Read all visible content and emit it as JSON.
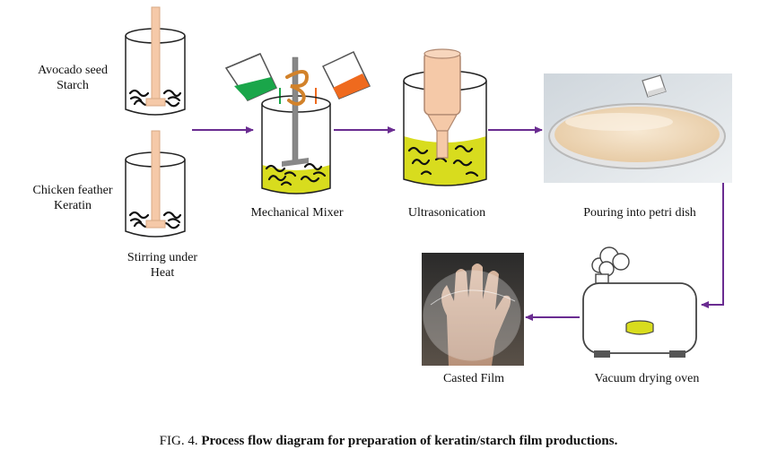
{
  "labels": {
    "avocado_line1": "Avocado seed",
    "avocado_line2": "Starch",
    "chicken_line1": "Chicken feather",
    "chicken_line2": "Keratin",
    "stirring_line1": "Stirring under",
    "stirring_line2": "Heat",
    "mechanical_mixer": "Mechanical Mixer",
    "ultrasonication": "Ultrasonication",
    "pouring": "Pouring into petri dish",
    "vacuum_oven": "Vacuum drying oven",
    "casted_film": "Casted Film"
  },
  "caption": {
    "prefix": "FIG. 4.",
    "title": "Process flow diagram for preparation of keratin/starch film productions."
  },
  "colors": {
    "arrow": "#6a2c91",
    "stirrer": "#f5c9a8",
    "solution": "#d8dc1e",
    "fiber": "#111111",
    "green_liquid": "#1aa64a",
    "orange_liquid": "#ef6a1e",
    "dish_liquid": "#f1dcc0",
    "oven_foot": "#555555"
  },
  "icons": [
    "beaker-icon",
    "stirrer-rod-icon",
    "fiber-icon",
    "pouring-beaker-icon",
    "mixer-blade-icon",
    "ultrasonic-probe-icon",
    "petri-dish-photo",
    "vacuum-oven-icon",
    "steam-cloud-icon",
    "film-photo"
  ]
}
